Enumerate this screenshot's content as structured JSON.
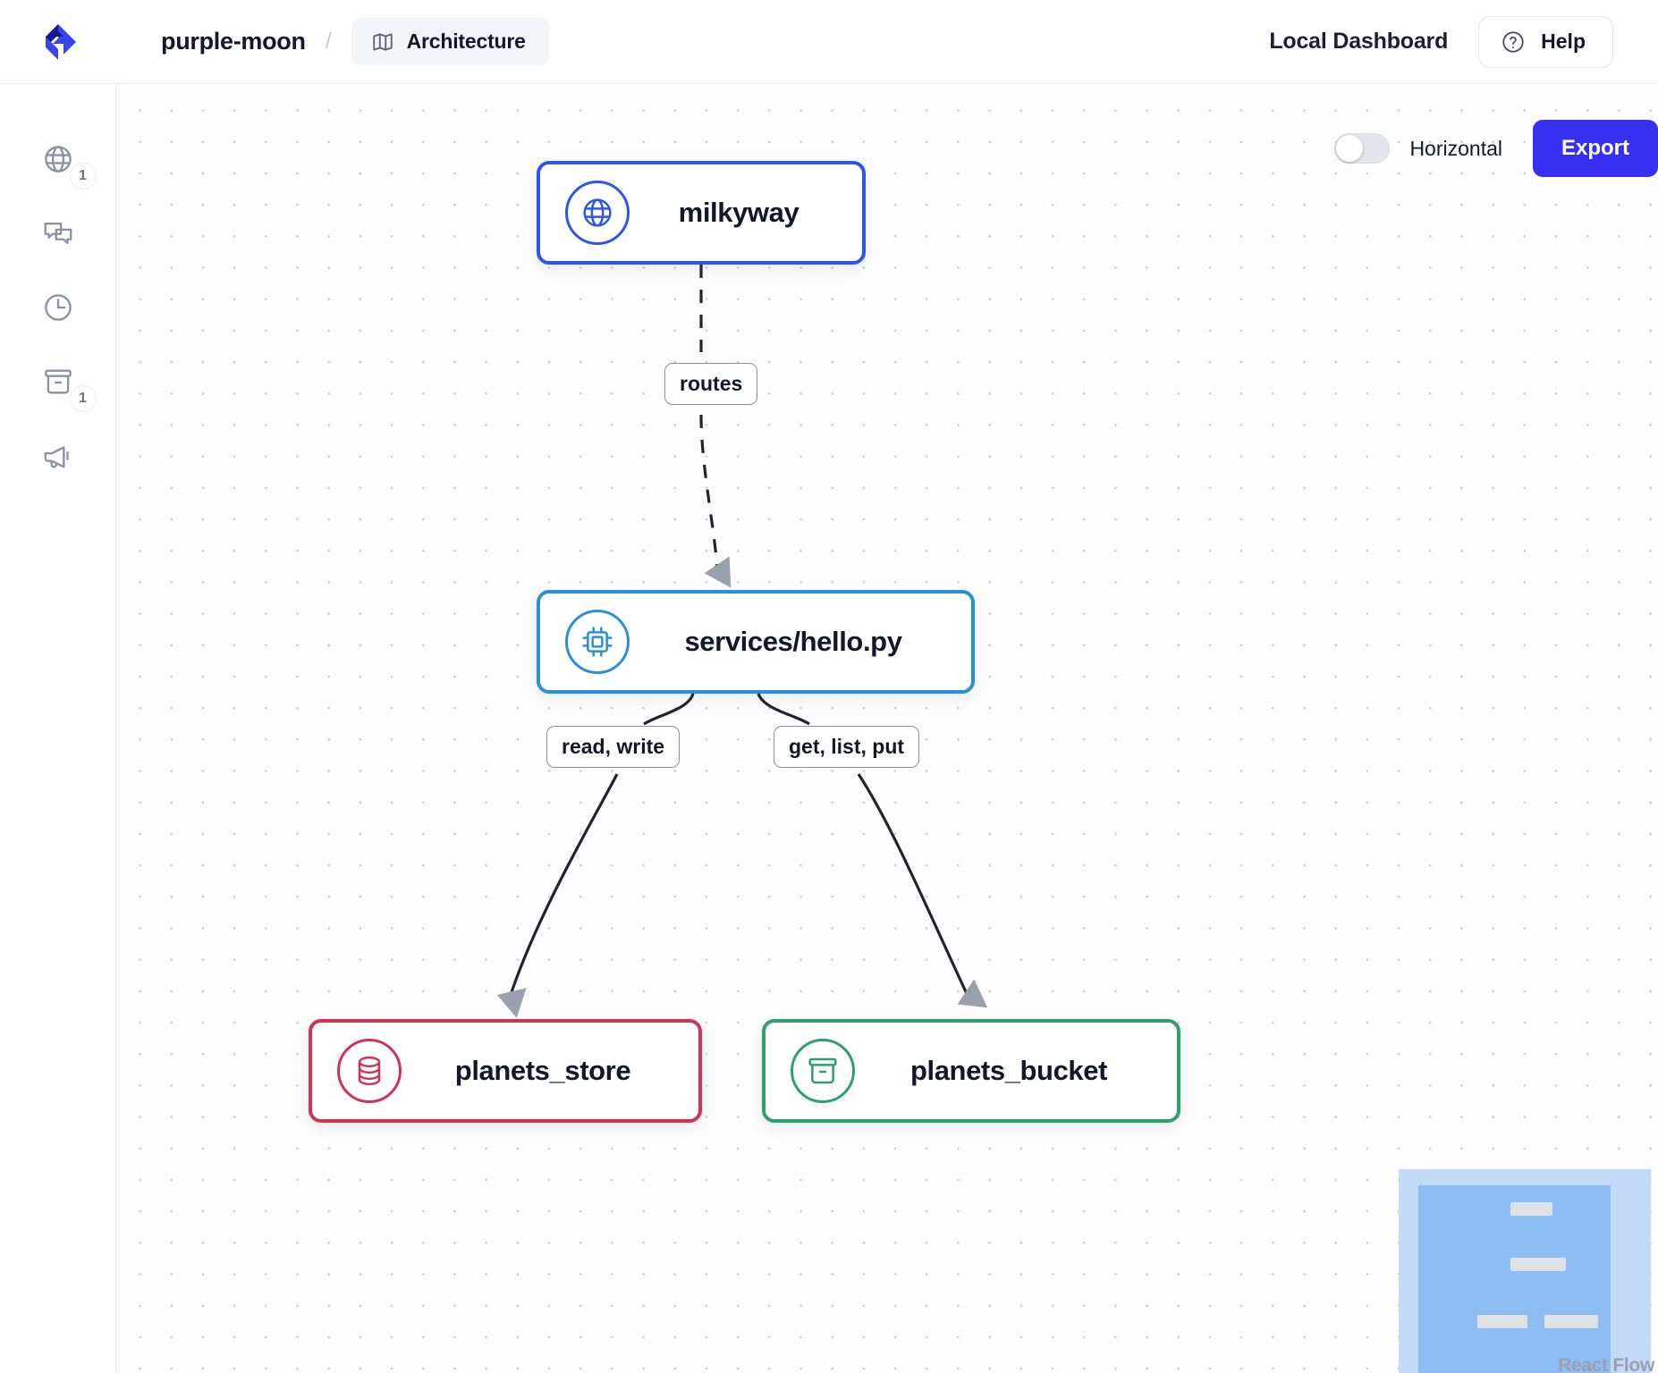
{
  "header": {
    "logo_icon": "app-logo-icon",
    "project_name": "purple-moon",
    "separator": "/",
    "tab": {
      "icon": "map-icon",
      "label": "Architecture"
    },
    "dashboard_title": "Local Dashboard",
    "help": {
      "icon": "question-circle-icon",
      "label": "Help"
    }
  },
  "sidebar": {
    "items": [
      {
        "icon": "globe-icon",
        "name": "endpoints",
        "badge": "1"
      },
      {
        "icon": "chat-icon",
        "name": "messaging",
        "badge": ""
      },
      {
        "icon": "clock-icon",
        "name": "schedules",
        "badge": ""
      },
      {
        "icon": "bucket-icon",
        "name": "storage",
        "badge": "1"
      },
      {
        "icon": "megaphone-icon",
        "name": "notifications",
        "badge": ""
      }
    ]
  },
  "canvas": {
    "toolbar": {
      "toggle_label": "Horizontal",
      "toggle_state": "off",
      "export_label": "Export"
    },
    "attribution": "React Flow",
    "nodes": [
      {
        "id": "milkyway",
        "label": "milkyway",
        "icon": "globe-icon",
        "color": "#2f56e8"
      },
      {
        "id": "services_hello",
        "label": "services/hello.py",
        "icon": "cpu-chip-icon",
        "color": "#2b8fd4"
      },
      {
        "id": "planets_store",
        "label": "planets_store",
        "icon": "database-icon",
        "color": "#cf3356"
      },
      {
        "id": "planets_bucket",
        "label": "planets_bucket",
        "icon": "bucket-icon",
        "color": "#2fa06d"
      }
    ],
    "edges": [
      {
        "from": "milkyway",
        "to": "services_hello",
        "label": "routes",
        "style": "dashed"
      },
      {
        "from": "services_hello",
        "to": "planets_store",
        "label": "read, write",
        "style": "solid"
      },
      {
        "from": "services_hello",
        "to": "planets_bucket",
        "label": "get, list, put",
        "style": "solid"
      }
    ]
  }
}
